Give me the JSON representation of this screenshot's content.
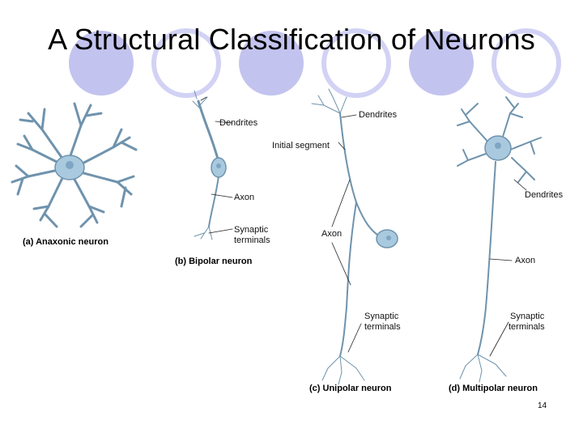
{
  "title": "A Structural Classification of Neurons",
  "labels": {
    "b_dendrites": "Dendrites",
    "b_axon": "Axon",
    "b_synaptic_1": "Synaptic",
    "b_synaptic_2": "terminals",
    "c_dendrites": "Dendrites",
    "c_initial": "Initial segment",
    "c_axon": "Axon",
    "c_synaptic_1": "Synaptic",
    "c_synaptic_2": "terminals",
    "d_dendrites": "Dendrites",
    "d_axon": "Axon",
    "d_synaptic_1": "Synaptic",
    "d_synaptic_2": "terminals"
  },
  "captions": {
    "a": "(a) Anaxonic neuron",
    "b": "(b) Bipolar neuron",
    "c": "(c) Unipolar neuron",
    "d": "(d) Multipolar neuron"
  },
  "page_number": "14",
  "colors": {
    "decor_circle_fill": "#c3c3ef",
    "decor_ring": "#d2d2f5",
    "neuron_fill": "#a9c9df",
    "neuron_stroke": "#6f93ad",
    "nucleus": "#7ea6c4"
  }
}
